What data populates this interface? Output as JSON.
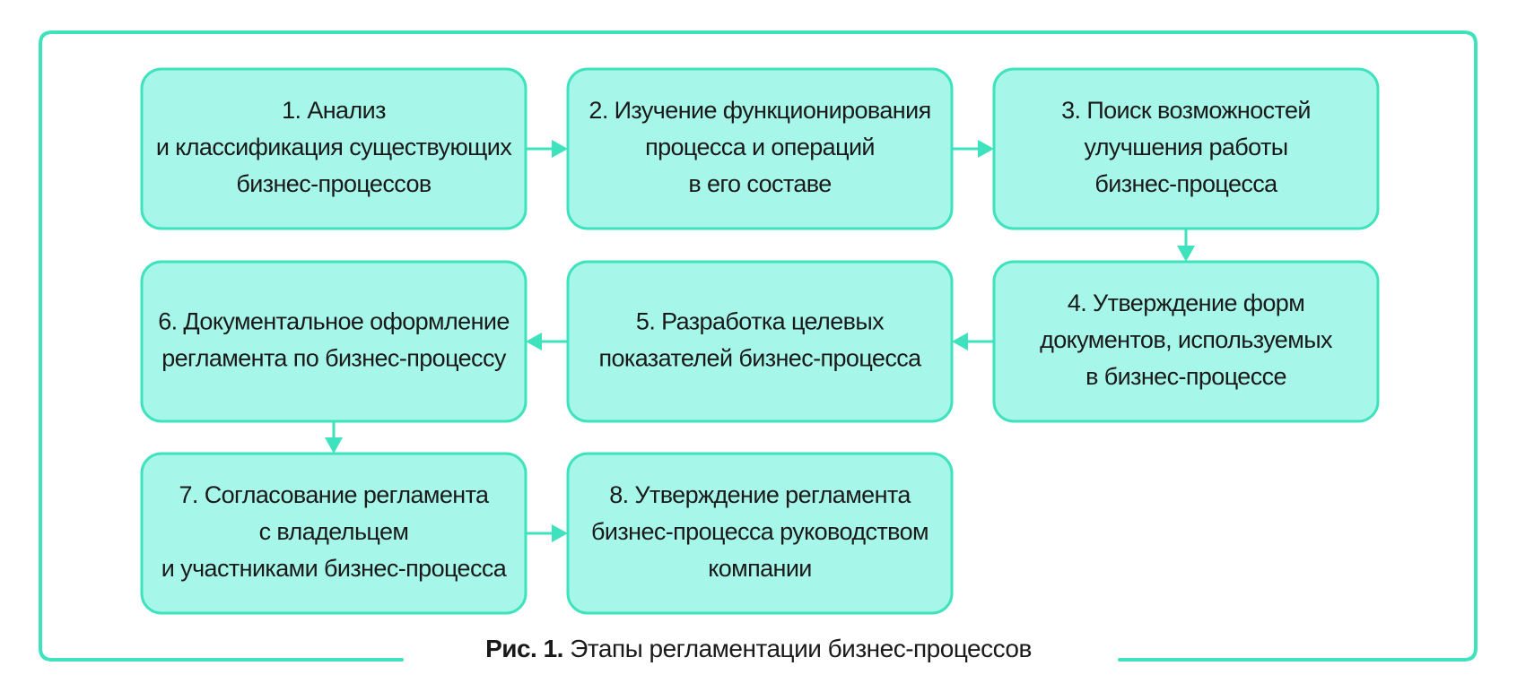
{
  "boxes": [
    {
      "id": "step-1",
      "lines": [
        "1. Анализ",
        "и классификация существующих",
        "бизнес-процессов"
      ]
    },
    {
      "id": "step-2",
      "lines": [
        "2. Изучение функционирования",
        "процесса и операций",
        "в его составе"
      ]
    },
    {
      "id": "step-3",
      "lines": [
        "3. Поиск возможностей",
        "улучшения работы",
        "бизнес-процесса"
      ]
    },
    {
      "id": "step-4",
      "lines": [
        "4. Утверждение форм",
        "документов, используемых",
        "в бизнес-процессе"
      ]
    },
    {
      "id": "step-5",
      "lines": [
        "5. Разработка целевых",
        "показателей бизнес-процесса"
      ]
    },
    {
      "id": "step-6",
      "lines": [
        "6. Документальное оформление",
        "регламента по бизнес-процессу"
      ]
    },
    {
      "id": "step-7",
      "lines": [
        "7. Согласование регламента",
        "с владельцем",
        "и участниками бизнес-процесса"
      ]
    },
    {
      "id": "step-8",
      "lines": [
        "8. Утверждение регламента",
        "бизнес-процесса руководством",
        "компании"
      ]
    }
  ],
  "edges": [
    {
      "from": "step-1",
      "to": "step-2"
    },
    {
      "from": "step-2",
      "to": "step-3"
    },
    {
      "from": "step-3",
      "to": "step-4"
    },
    {
      "from": "step-4",
      "to": "step-5"
    },
    {
      "from": "step-5",
      "to": "step-6"
    },
    {
      "from": "step-6",
      "to": "step-7"
    },
    {
      "from": "step-7",
      "to": "step-8"
    }
  ],
  "caption": {
    "label": "Рис. 1.",
    "text": " Этапы регламентации бизнес-процессов"
  },
  "colors": {
    "box_fill": "#a6f7e9",
    "accent": "#3ee3bd",
    "text": "#1a1a1a"
  }
}
